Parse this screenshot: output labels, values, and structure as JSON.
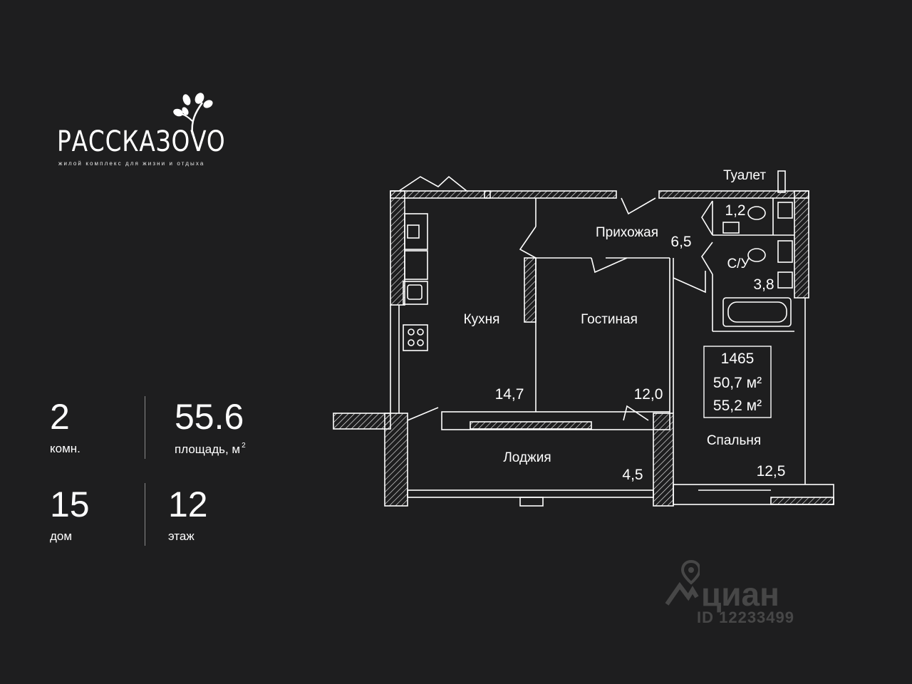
{
  "logo": {
    "name": "РАССКАЗОVO",
    "tagline": "жилой комплекс для жизни и отдыха"
  },
  "stats": {
    "rooms": {
      "value": "2",
      "label": "комн."
    },
    "area": {
      "value": "55.6",
      "label": "площадь, м",
      "unit_sup": "2"
    },
    "building": {
      "value": "15",
      "label": "дом"
    },
    "floor": {
      "value": "12",
      "label": "этаж"
    }
  },
  "plan": {
    "rooms": {
      "toilet": {
        "name": "Туалет",
        "area": "1,2"
      },
      "hallway": {
        "name": "Прихожая",
        "area": "6,5"
      },
      "bathroom": {
        "name": "С/У",
        "area": "3,8"
      },
      "kitchen": {
        "name": "Кухня",
        "area": "14,7"
      },
      "living": {
        "name": "Гостиная",
        "area": "12,0"
      },
      "bedroom": {
        "name": "Спальня",
        "area": "12,5"
      },
      "loggia": {
        "name": "Лоджия",
        "area": "4,5"
      }
    },
    "apartment_box": {
      "number": "1465",
      "area_living": "50,7 м²",
      "area_total": "55,2 м²"
    }
  },
  "watermark": {
    "brand": "циан",
    "id": "ID 12233499"
  },
  "colors": {
    "background": "#1e1e1f",
    "walls": "#ffffff",
    "text": "#ffffff",
    "watermark": "#8a8a8a"
  }
}
